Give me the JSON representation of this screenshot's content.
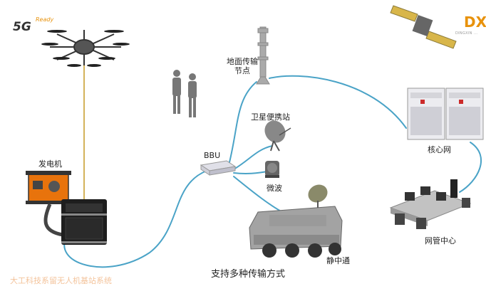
{
  "badge": {
    "main": "5G",
    "sup": "Ready"
  },
  "logo": {
    "mark": "DX",
    "text": "DINGXIN ..."
  },
  "labels": {
    "ground_node": [
      "地面传输",
      "节点"
    ],
    "satellite_station": "卫星便携站",
    "bbu": "BBU",
    "microwave": "微波",
    "generator": "发电机",
    "core_network": "核心网",
    "static_comm": "静中通",
    "noc": "网管中心"
  },
  "caption": "支持多种传输方式",
  "footer": "大工科技系留无人机基站系统",
  "colors": {
    "cable": "#4aa3c7",
    "tether": "#d4b35a",
    "generator": "#e8730c",
    "accent": "#e8920c"
  },
  "icons": [
    "drone-icon",
    "satellite-icon",
    "tower-icon",
    "people-icon",
    "dish-icon",
    "bbu-icon",
    "microwave-icon",
    "generator-icon",
    "tether-case-icon",
    "server-rack-icon",
    "desk-icon",
    "vehicle-icon"
  ]
}
